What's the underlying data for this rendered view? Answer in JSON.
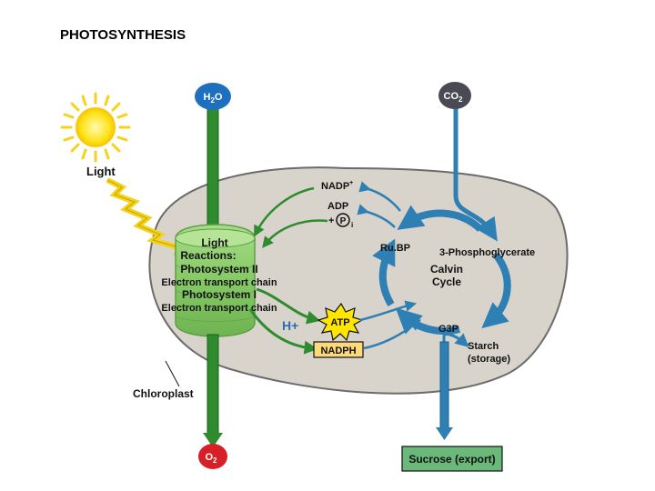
{
  "slide": {
    "title": "PHOTOSYNTHESIS"
  },
  "inputs": {
    "h2o": {
      "main": "H",
      "sub": "2",
      "end": "O"
    },
    "co2": {
      "main": "CO",
      "sub": "2"
    },
    "o2": {
      "main": "O",
      "sub": "2"
    }
  },
  "light": {
    "label": "Light"
  },
  "light_reactions": {
    "lines": [
      "Light",
      "Reactions:",
      "Photosystem II",
      "Electron transport chain",
      "Photosystem I",
      "Electron transport chain"
    ]
  },
  "cofactors": {
    "nadp": "NADP",
    "nadp_sup": "+",
    "adp": "ADP",
    "pi_plus": "+",
    "pi": "P",
    "pi_sub": "i",
    "atp": "ATP",
    "nadph": "NADPH",
    "hplus": "H+"
  },
  "calvin": {
    "rubp": "Ru.BP",
    "pga": "3-Phosphoglycerate",
    "cycle_line1": "Calvin",
    "cycle_line2": "Cycle",
    "g3p": "G3P",
    "starch_line1": "Starch",
    "starch_line2": "(storage)"
  },
  "outputs": {
    "sucrose": "Sucrose (export)"
  },
  "chloroplast": {
    "label": "Chloroplast"
  },
  "colors": {
    "stroma": "#d8d4cc",
    "green_arrow": "#2e8b2e",
    "blue_arrow": "#2e7fb3",
    "h2o_fill": "#1e6fc0",
    "co2_fill": "#4a4a55",
    "o2_fill": "#d61f26",
    "atp_fill": "#ffe600",
    "nadph_fill": "#fcd97a",
    "sucrose_fill": "#6ab87a"
  }
}
